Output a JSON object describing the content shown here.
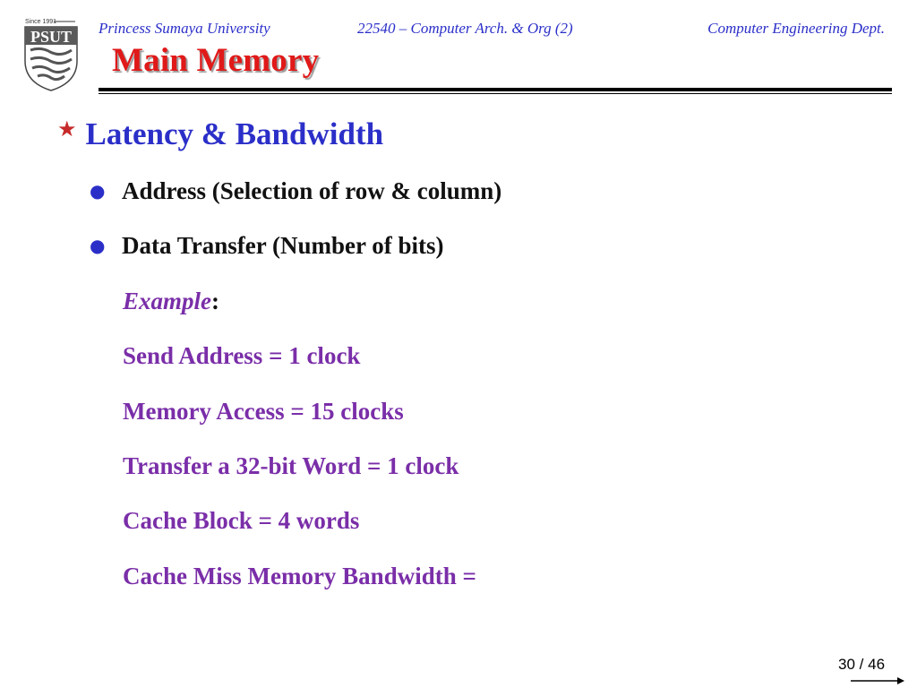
{
  "header": {
    "university": "Princess Sumaya University",
    "course": "22540 – Computer Arch. & Org (2)",
    "department": "Computer Engineering Dept."
  },
  "logo": {
    "tagline": "Since 1991",
    "name": "PSUT"
  },
  "title": "Main Memory",
  "section": {
    "heading": "Latency & Bandwidth"
  },
  "bullets": [
    "Address (Selection of row & column)",
    "Data Transfer (Number of bits)"
  ],
  "example": {
    "label": "Example",
    "colon": ":",
    "lines": [
      "Send Address = 1 clock",
      "Memory Access = 15 clocks",
      "Transfer a 32-bit Word = 1 clock",
      "Cache Block = 4 words",
      "Cache Miss Memory Bandwidth ="
    ]
  },
  "page": {
    "current": "30",
    "separator": "/",
    "total": "46"
  },
  "colors": {
    "header_blue": "#2b2fc8",
    "title_red": "#e01919",
    "text_purple": "#7a2ea8",
    "star_red": "#c62a2a"
  }
}
